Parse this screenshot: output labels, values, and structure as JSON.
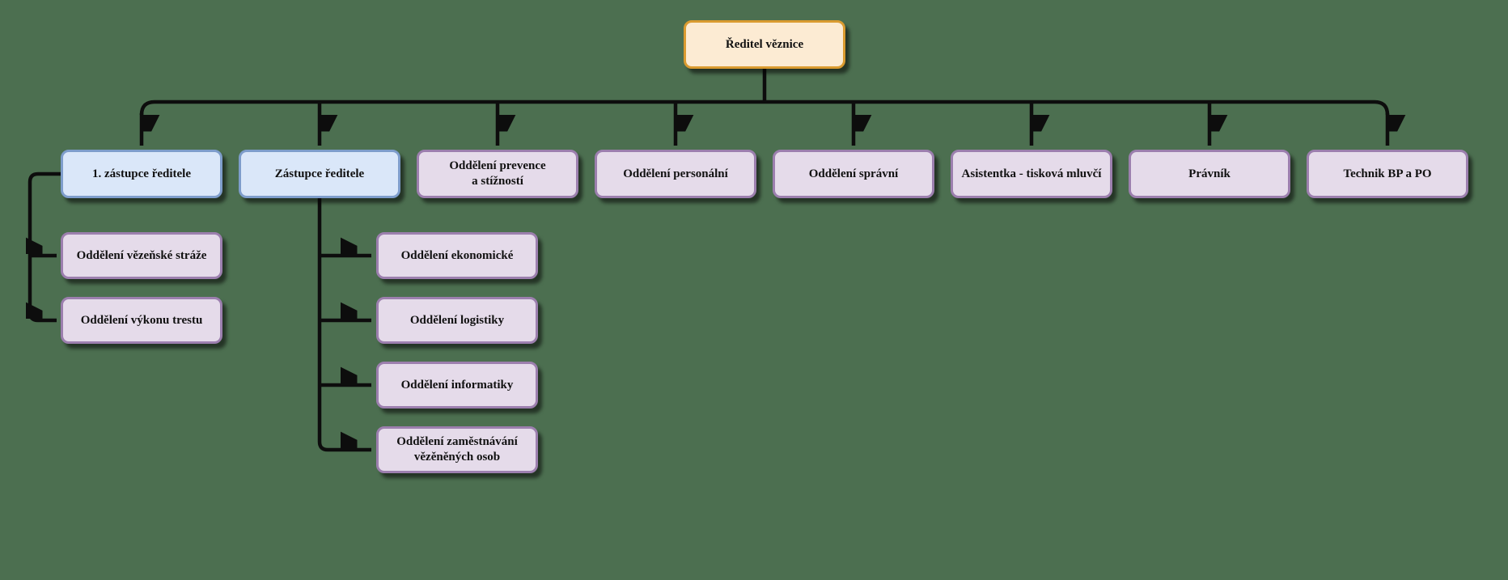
{
  "org": {
    "root": {
      "label": "Ředitel věznice"
    },
    "level2": [
      {
        "label": "1. zástupce ředitele"
      },
      {
        "label": "Zástupce ředitele"
      },
      {
        "label": "Oddělení prevence\na stížností"
      },
      {
        "label": "Oddělení personální"
      },
      {
        "label": "Oddělení správní"
      },
      {
        "label": "Asistentka - tisková mluvčí"
      },
      {
        "label": "Právník"
      },
      {
        "label": "Technik BP a PO"
      }
    ],
    "first_deputy_children": [
      {
        "label": "Oddělení vězeňské stráže"
      },
      {
        "label": "Oddělení výkonu trestu"
      }
    ],
    "deputy_children": [
      {
        "label": "Oddělení ekonomické"
      },
      {
        "label": "Oddělení logistiky"
      },
      {
        "label": "Oddělení informatiky"
      },
      {
        "label": "Oddělení zaměstnávání\nvězěněných osob"
      }
    ]
  },
  "colors": {
    "background": "#4C6F50",
    "director_fill": "#FCEBD3",
    "director_border": "#DA9B30",
    "deputy_fill": "#DAE7F9",
    "deputy_border": "#7E9DCB",
    "department_fill": "#E5DBEA",
    "department_border": "#9C7FAE",
    "connector": "#0D0D0D"
  }
}
